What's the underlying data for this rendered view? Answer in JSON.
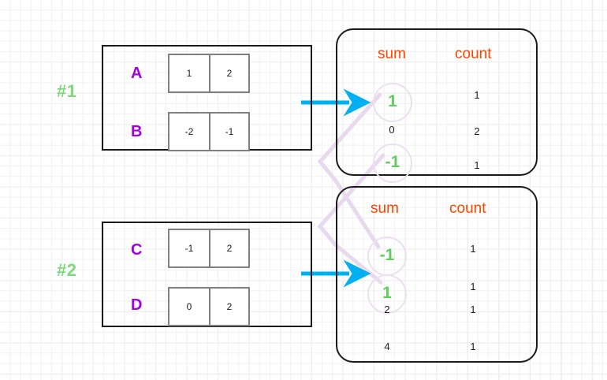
{
  "diagram": {
    "title": "partial aggregation sum/count per group",
    "colors": {
      "arrow": "#00b0f0",
      "group_tag": "#7ed97e",
      "row_label": "#a200e0",
      "column_header": "#ff4500",
      "highlight_value": "#5fce5f",
      "highlight_circle": "#eddff0",
      "connector": "#e3d3ea",
      "box_border": "#1a1a1a",
      "cell_border": "#808080",
      "grid_minor": "#f1f1f1",
      "grid_major": "#e6e6e6"
    },
    "groups": [
      {
        "tag": "#1",
        "rows": [
          {
            "label": "A",
            "cells": [
              "1",
              "2"
            ]
          },
          {
            "label": "B",
            "cells": [
              "-2",
              "-1"
            ]
          }
        ]
      },
      {
        "tag": "#2",
        "rows": [
          {
            "label": "C",
            "cells": [
              "-1",
              "2"
            ]
          },
          {
            "label": "D",
            "cells": [
              "0",
              "2"
            ]
          }
        ]
      }
    ],
    "results": [
      {
        "headers": {
          "sum": "sum",
          "count": "count"
        },
        "rows": [
          {
            "sum": "1",
            "count": "1",
            "highlight": true
          },
          {
            "sum": "0",
            "count": "2",
            "highlight": false
          },
          {
            "sum": "-1",
            "count": "1",
            "highlight": true
          }
        ]
      },
      {
        "headers": {
          "sum": "sum",
          "count": "count"
        },
        "rows": [
          {
            "sum": "-1",
            "count": "1",
            "highlight": true
          },
          {
            "sum": "1",
            "count": "1",
            "highlight": true
          },
          {
            "sum": "2",
            "count": "1",
            "highlight": false
          },
          {
            "sum": "4",
            "count": "1",
            "highlight": false
          }
        ]
      }
    ]
  }
}
